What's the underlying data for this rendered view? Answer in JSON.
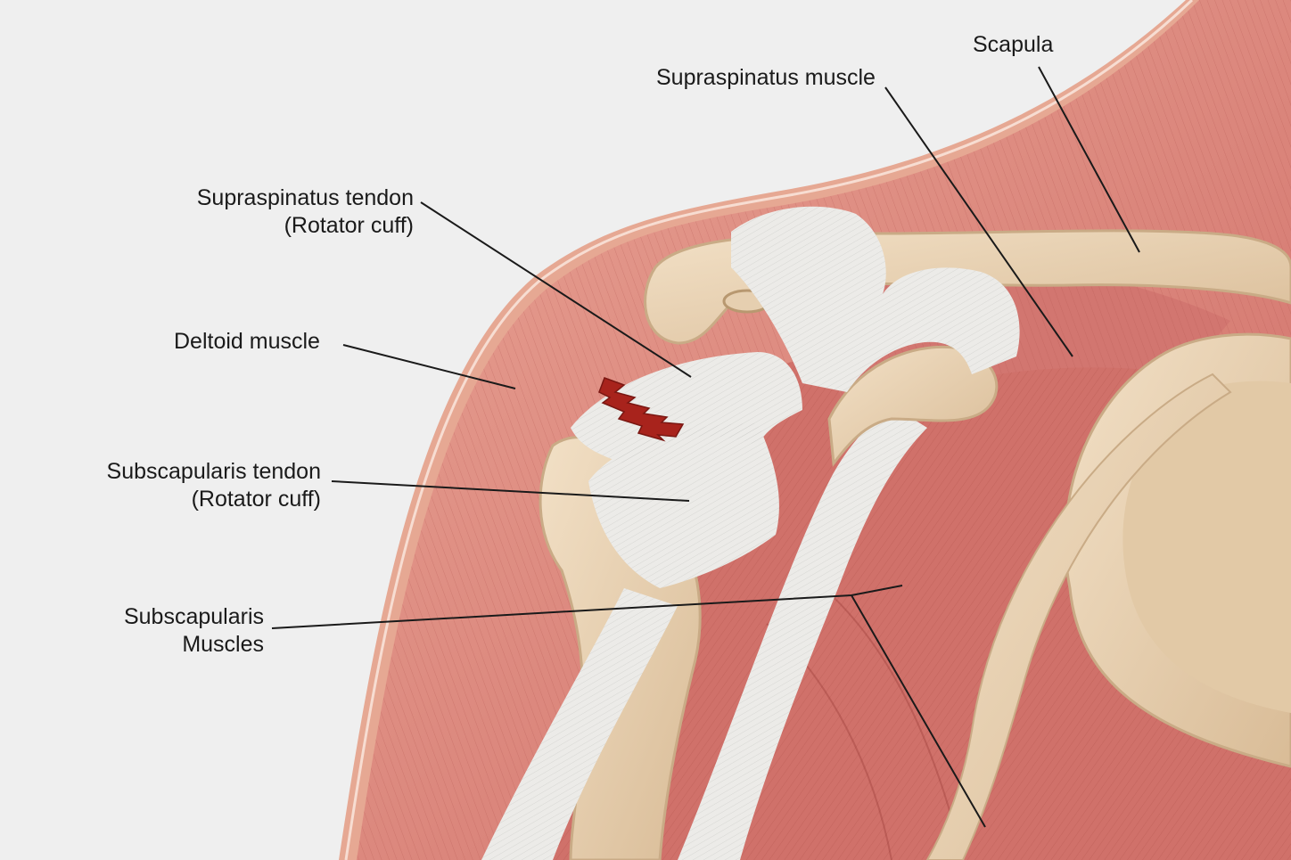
{
  "labels": {
    "scapula": "Scapula",
    "supraspinatus_muscle": "Supraspinatus muscle",
    "supraspinatus_tendon": [
      "Supraspinatus tendon",
      "(Rotator cuff)"
    ],
    "deltoid_muscle": "Deltoid muscle",
    "subscapularis_tendon": [
      "Subscapularis tendon",
      "(Rotator cuff)"
    ],
    "subscapularis_muscles": [
      "Subscapularis",
      "Muscles"
    ]
  },
  "colors": {
    "background": "#efefef",
    "skin_edge": "#e2a08c",
    "muscle": "#d77f77",
    "muscle_dark": "#b9514c",
    "tendon": "#ecebe8",
    "bone": "#e6cfb0",
    "bone_dark": "#c9ab86",
    "tear": "#a8231c",
    "leader_line": "#1a1a1a"
  }
}
